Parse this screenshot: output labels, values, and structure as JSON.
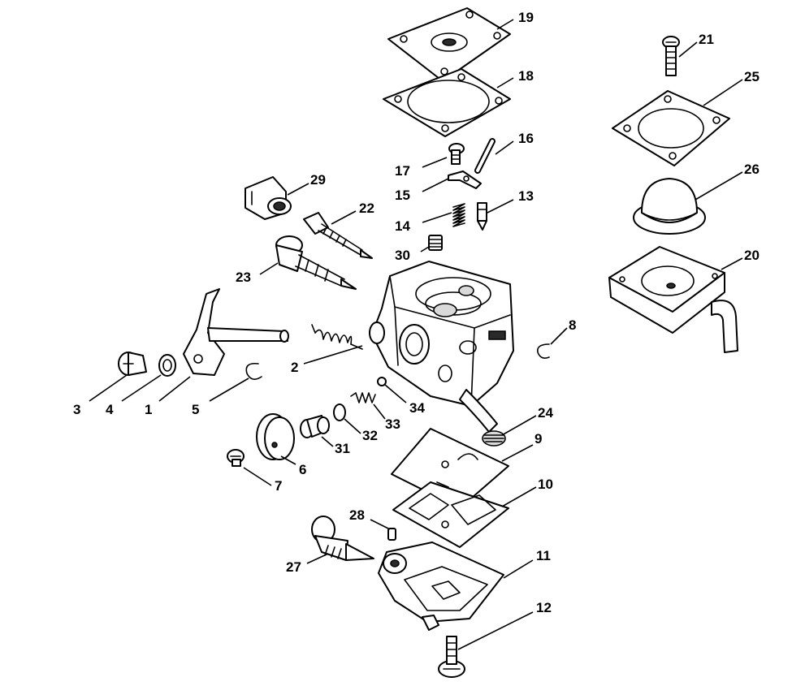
{
  "callouts": {
    "n1": "1",
    "n2": "2",
    "n3": "3",
    "n4": "4",
    "n5": "5",
    "n6": "6",
    "n7": "7",
    "n8": "8",
    "n9": "9",
    "n10": "10",
    "n11": "11",
    "n12": "12",
    "n13": "13",
    "n14": "14",
    "n15": "15",
    "n16": "16",
    "n17": "17",
    "n18": "18",
    "n19": "19",
    "n20": "20",
    "n21": "21",
    "n22": "22",
    "n23": "23",
    "n24": "24",
    "n25": "25",
    "n26": "26",
    "n27": "27",
    "n28": "28",
    "n29": "29",
    "n30": "30",
    "n31": "31",
    "n32": "32",
    "n33": "33",
    "n34": "34"
  },
  "colors": {
    "line": "#000000",
    "background": "#ffffff"
  }
}
